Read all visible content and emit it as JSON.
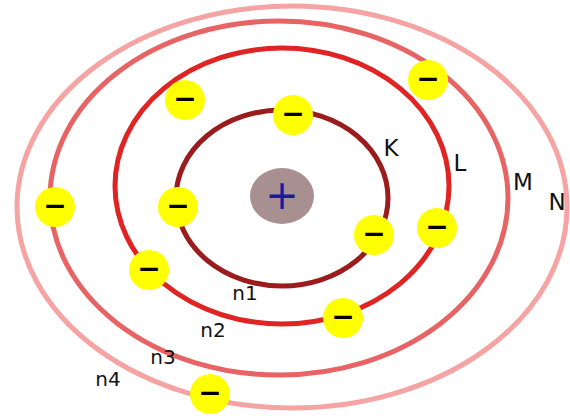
{
  "diagram": {
    "nodes": [
      {
        "text": [
          "+"
        ]
      },
      {
        "text": [
          "−"
        ]
      },
      {
        "text": [
          "−"
        ]
      },
      {
        "text": [
          "−"
        ]
      },
      {
        "text": [
          "−"
        ]
      },
      {
        "text": [
          "−"
        ]
      },
      {
        "text": [
          "−"
        ]
      },
      {
        "text": [
          "−"
        ]
      },
      {
        "text": [
          "−"
        ]
      },
      {
        "text": [
          "−"
        ]
      },
      {
        "text": [
          "−"
        ]
      }
    ],
    "labels": [
      "K",
      "L",
      "M",
      "N",
      "n1",
      "n2",
      "n3",
      "n4"
    ]
  }
}
